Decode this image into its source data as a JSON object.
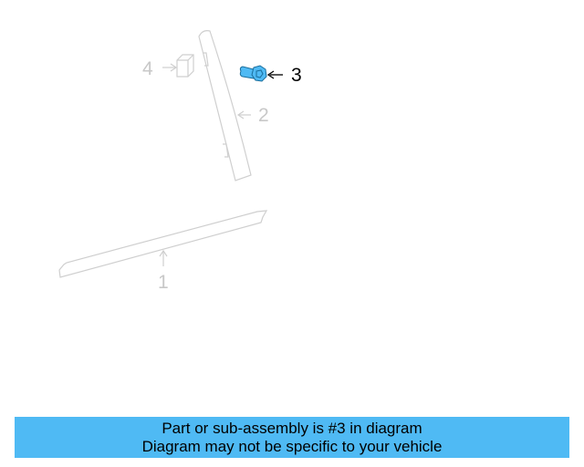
{
  "diagram": {
    "highlight_color": "#4fbaf4",
    "dim_color": "#c8c8c8",
    "parts": [
      {
        "number": "1",
        "name": "rocker-molding",
        "highlighted": false
      },
      {
        "number": "2",
        "name": "pillar-applique",
        "highlighted": false
      },
      {
        "number": "3",
        "name": "bolt",
        "highlighted": true
      },
      {
        "number": "4",
        "name": "clip",
        "highlighted": false
      }
    ],
    "labels": {
      "part1": "1",
      "part2": "2",
      "part3": "3",
      "part4": "4"
    }
  },
  "banner": {
    "background": "#4fbaf4",
    "line1": "Part or sub-assembly is #3 in diagram",
    "line2": "Diagram may not be specific to your vehicle"
  }
}
